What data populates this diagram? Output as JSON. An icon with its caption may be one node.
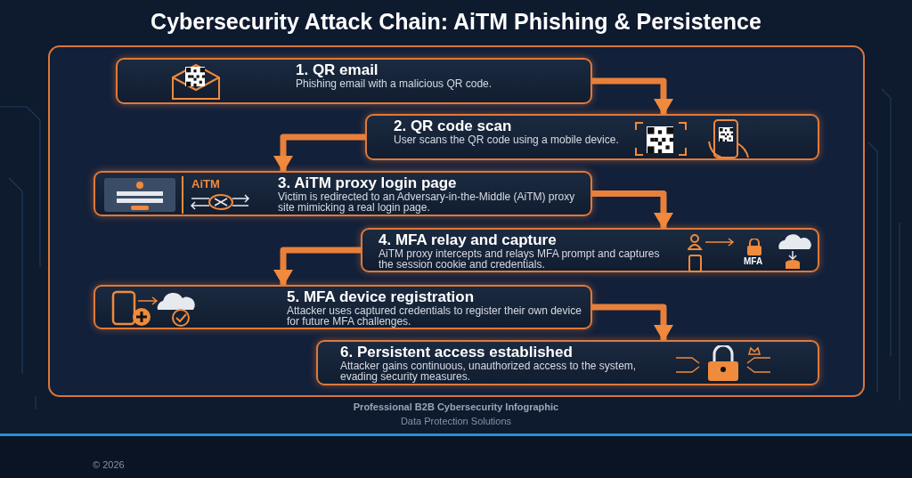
{
  "diagram": {
    "title": "Cybersecurity Attack Chain: AiTM Phishing & Persistence",
    "nodes": [
      {
        "text": [
          "1. QR email",
          "Phishing email with a malicious QR code."
        ]
      },
      {
        "text": [
          "2. QR code scan",
          "User scans the QR code using a mobile device."
        ]
      },
      {
        "text": [
          "AiTM",
          "3. AiTM proxy login page",
          "Victim is redirected to an Adversary-in-the-Middle (AiTM) proxy site mimicking a real login page."
        ]
      },
      {
        "text": [
          "4. MFA relay and capture",
          "AiTM proxy intercepts and relays MFA prompt and captures the session cookie and credentials.",
          "MFA"
        ]
      },
      {
        "text": [
          "5. MFA device registration",
          "Attacker uses captured credentials to register their own device for future MFA challenges."
        ]
      },
      {
        "text": [
          "6. Persistent access established",
          "Attacker gains continuous, unauthorized access to the system, evading security measures."
        ]
      }
    ],
    "edges": [
      {
        "from": 0,
        "to": 1,
        "arrow": "to"
      },
      {
        "from": 1,
        "to": 2,
        "arrow": "to"
      },
      {
        "from": 2,
        "to": 3,
        "arrow": "to"
      },
      {
        "from": 3,
        "to": 4,
        "arrow": "to"
      },
      {
        "from": 4,
        "to": 5,
        "arrow": "to"
      }
    ],
    "labels": [
      "Professional B2B Cybersecurity Infographic",
      "Data Protection Solutions",
      "© 2026"
    ]
  }
}
